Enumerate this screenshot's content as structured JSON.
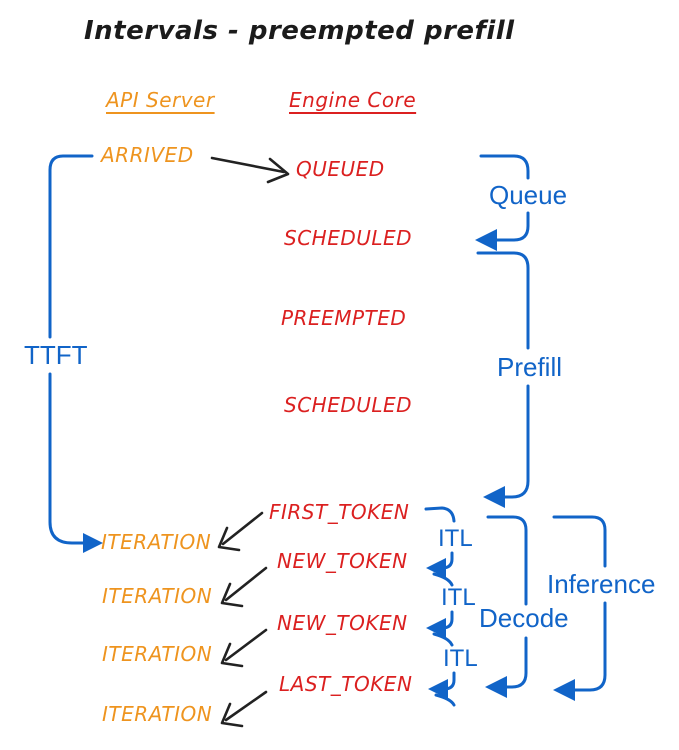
{
  "title": "Intervals - preempted prefill",
  "columns": {
    "api_server": {
      "label": "API Server"
    },
    "engine_core": {
      "label": "Engine Core"
    }
  },
  "api_events": [
    {
      "label": "ARRIVED"
    },
    {
      "label": "ITERATION"
    },
    {
      "label": "ITERATION"
    },
    {
      "label": "ITERATION"
    },
    {
      "label": "ITERATION"
    }
  ],
  "engine_events": [
    {
      "label": "QUEUED"
    },
    {
      "label": "SCHEDULED"
    },
    {
      "label": "PREEMPTED"
    },
    {
      "label": "SCHEDULED"
    },
    {
      "label": "FIRST_TOKEN"
    },
    {
      "label": "NEW_TOKEN"
    },
    {
      "label": "NEW_TOKEN"
    },
    {
      "label": "LAST_TOKEN"
    }
  ],
  "intervals": {
    "ttft": {
      "label": "TTFT"
    },
    "queue": {
      "label": "Queue"
    },
    "prefill": {
      "label": "Prefill"
    },
    "itl": [
      {
        "label": "ITL"
      },
      {
        "label": "ITL"
      },
      {
        "label": "ITL"
      }
    ],
    "decode": {
      "label": "Decode"
    },
    "inference": {
      "label": "Inference"
    }
  },
  "colors": {
    "api_server": "#EE941F",
    "engine_core": "#DB2020",
    "interval": "#1164C8",
    "arrow": "#222222"
  }
}
